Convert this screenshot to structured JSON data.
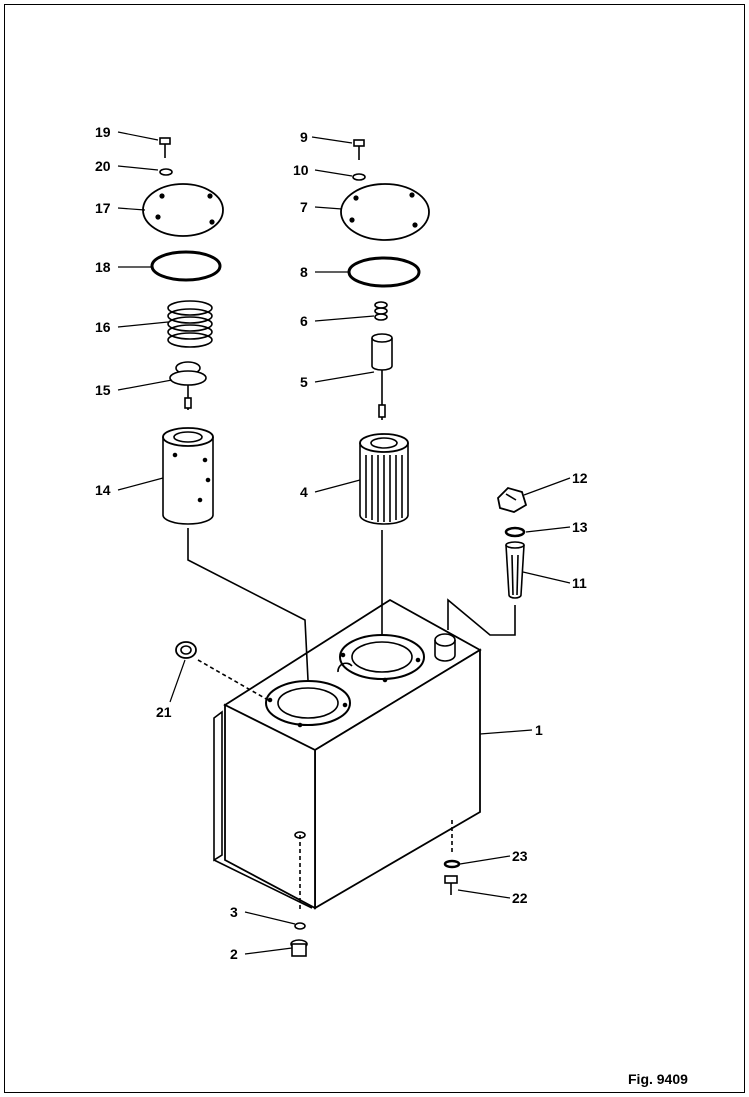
{
  "figure": {
    "caption": "Fig. 9409"
  },
  "parts": {
    "p1": "1",
    "p2": "2",
    "p3": "3",
    "p4": "4",
    "p5": "5",
    "p6": "6",
    "p7": "7",
    "p8": "8",
    "p9": "9",
    "p10": "10",
    "p11": "11",
    "p12": "12",
    "p13": "13",
    "p14": "14",
    "p15": "15",
    "p16": "16",
    "p17": "17",
    "p18": "18",
    "p19": "19",
    "p20": "20",
    "p21": "21",
    "p22": "22",
    "p23": "23"
  }
}
